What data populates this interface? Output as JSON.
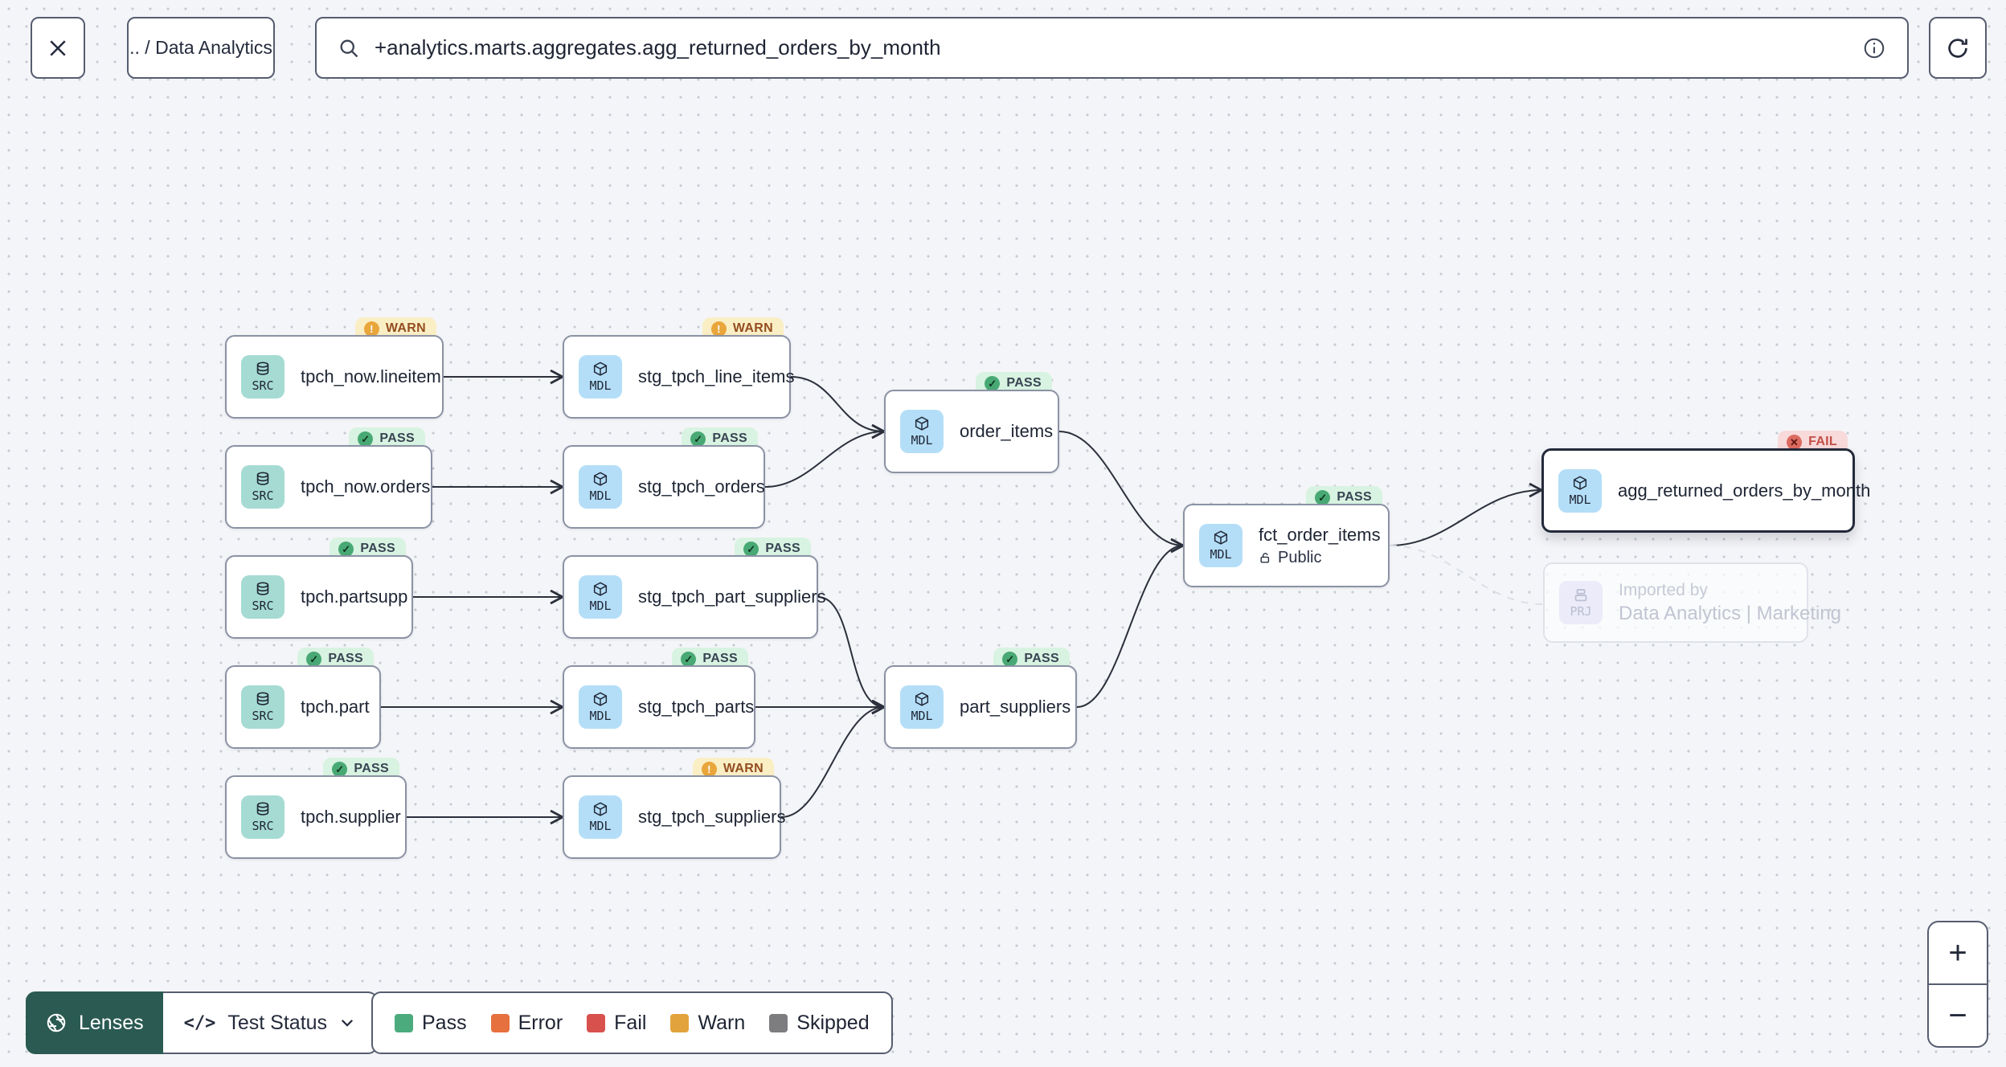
{
  "toolbar": {
    "breadcrumb": ".. / Data Analytics",
    "search": {
      "value": "+analytics.marts.aggregates.agg_returned_orders_by_month"
    }
  },
  "icons": {
    "close": "✕",
    "search": "⌕",
    "info": "ⓘ",
    "refresh": "⟳",
    "src_chip": "database-cylinder",
    "mdl_chip": "cube",
    "prj_chip": "briefcase",
    "public_access": "open-lock",
    "lenses": "aperture",
    "lens_type": "</>",
    "chevron": "⌄",
    "zoom_in": "+",
    "zoom_out": "−"
  },
  "graph": {
    "nodes": [
      {
        "id": "tpch_now.lineitem",
        "type": "SRC",
        "label": "tpch_now.lineitem",
        "status": "WARN"
      },
      {
        "id": "tpch_now.orders",
        "type": "SRC",
        "label": "tpch_now.orders",
        "status": "PASS"
      },
      {
        "id": "tpch.partsupp",
        "type": "SRC",
        "label": "tpch.partsupp",
        "status": "PASS"
      },
      {
        "id": "tpch.part",
        "type": "SRC",
        "label": "tpch.part",
        "status": "PASS"
      },
      {
        "id": "tpch.supplier",
        "type": "SRC",
        "label": "tpch.supplier",
        "status": "PASS"
      },
      {
        "id": "stg_tpch_line_items",
        "type": "MDL",
        "label": "stg_tpch_line_items",
        "status": "WARN"
      },
      {
        "id": "stg_tpch_orders",
        "type": "MDL",
        "label": "stg_tpch_orders",
        "status": "PASS"
      },
      {
        "id": "stg_tpch_part_suppliers",
        "type": "MDL",
        "label": "stg_tpch_part_suppliers",
        "status": "PASS"
      },
      {
        "id": "stg_tpch_parts",
        "type": "MDL",
        "label": "stg_tpch_parts",
        "status": "PASS"
      },
      {
        "id": "stg_tpch_suppliers",
        "type": "MDL",
        "label": "stg_tpch_suppliers",
        "status": "WARN"
      },
      {
        "id": "order_items",
        "type": "MDL",
        "label": "order_items",
        "status": "PASS"
      },
      {
        "id": "part_suppliers",
        "type": "MDL",
        "label": "part_suppliers",
        "status": "PASS"
      },
      {
        "id": "fct_order_items",
        "type": "MDL",
        "label": "fct_order_items",
        "status": "PASS",
        "access": "Public"
      },
      {
        "id": "agg_returned_orders_by_month",
        "type": "MDL",
        "label": "agg_returned_orders_by_month",
        "status": "FAIL",
        "selected": true
      },
      {
        "id": "imported_by_marketing",
        "type": "PRJ",
        "label": "Imported by",
        "sublabel": "Data Analytics | Marketing",
        "ghost": true
      }
    ],
    "edges": [
      {
        "from": "tpch_now.lineitem",
        "to": "stg_tpch_line_items"
      },
      {
        "from": "tpch_now.orders",
        "to": "stg_tpch_orders"
      },
      {
        "from": "tpch.partsupp",
        "to": "stg_tpch_part_suppliers"
      },
      {
        "from": "tpch.part",
        "to": "stg_tpch_parts"
      },
      {
        "from": "tpch.supplier",
        "to": "stg_tpch_suppliers"
      },
      {
        "from": "stg_tpch_line_items",
        "to": "order_items"
      },
      {
        "from": "stg_tpch_orders",
        "to": "order_items"
      },
      {
        "from": "stg_tpch_part_suppliers",
        "to": "part_suppliers"
      },
      {
        "from": "stg_tpch_parts",
        "to": "part_suppliers"
      },
      {
        "from": "stg_tpch_suppliers",
        "to": "part_suppliers"
      },
      {
        "from": "order_items",
        "to": "fct_order_items"
      },
      {
        "from": "part_suppliers",
        "to": "fct_order_items"
      },
      {
        "from": "fct_order_items",
        "to": "agg_returned_orders_by_month"
      },
      {
        "from": "fct_order_items",
        "to": "imported_by_marketing",
        "style": "dashed"
      }
    ]
  },
  "footer": {
    "lenses_label": "Lenses",
    "active_lens": "Test Status",
    "legend": [
      {
        "label": "Pass",
        "color": "#4cab7d"
      },
      {
        "label": "Error",
        "color": "#e6703e"
      },
      {
        "label": "Fail",
        "color": "#d8514d"
      },
      {
        "label": "Warn",
        "color": "#e3a33c"
      },
      {
        "label": "Skipped",
        "color": "#7d7d80"
      }
    ]
  },
  "zoom_controls": {
    "zoom_in": "+",
    "zoom_out": "−"
  },
  "colors": {
    "canvas_bg": "#f4f5f8",
    "node_border": "#8b92a4",
    "selected_border": "#232a3a",
    "src_chip": "#a5dbd3",
    "mdl_chip": "#b4def8",
    "prj_chip": "#ebebf9",
    "warn_badge_bg": "#faeec5",
    "pass_badge_bg": "#d8f3e1",
    "fail_badge_bg": "#f8dada",
    "lenses_btn": "#2a5a52",
    "edge": "#2b303c"
  }
}
